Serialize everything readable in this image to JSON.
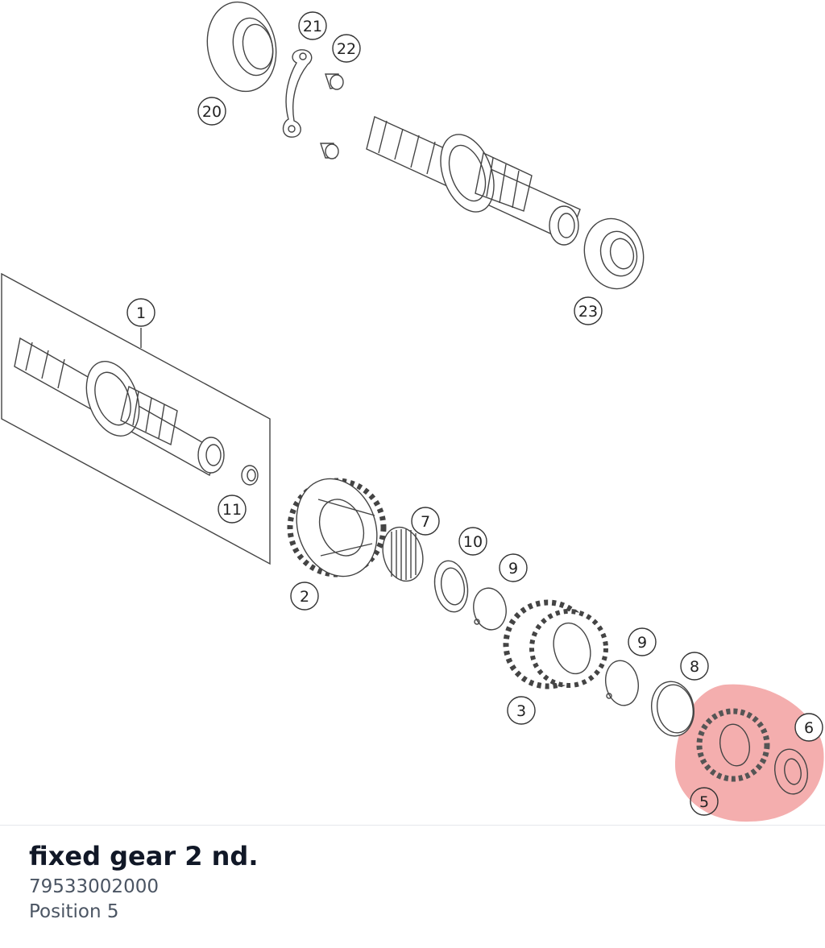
{
  "callouts": [
    {
      "label": "21"
    },
    {
      "label": "22"
    },
    {
      "label": "20"
    },
    {
      "label": "23"
    },
    {
      "label": "1"
    },
    {
      "label": "11"
    },
    {
      "label": "7"
    },
    {
      "label": "10"
    },
    {
      "label": "9"
    },
    {
      "label": "2"
    },
    {
      "label": "9"
    },
    {
      "label": "8"
    },
    {
      "label": "3"
    },
    {
      "label": "6"
    },
    {
      "label": "5"
    }
  ],
  "selected": {
    "name": "fixed gear 2 nd.",
    "part_number": "79533002000",
    "position": "Position 5",
    "highlight_color": "#f08c8c"
  }
}
